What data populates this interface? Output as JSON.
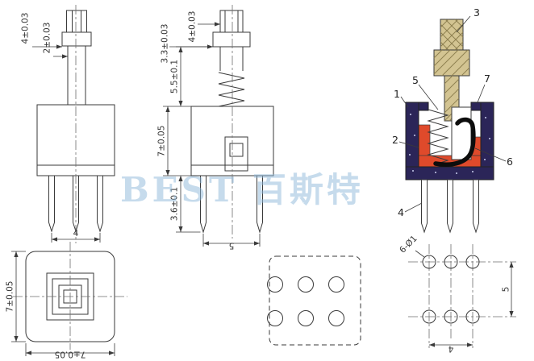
{
  "drawing": {
    "watermark": "BEST 百斯特",
    "colors": {
      "line": "#3a3a3a",
      "watermark_blue": "#8fb9da",
      "body_navy": "#2b2558",
      "insert_red": "#df4a2b",
      "plunger_khaki": "#d3c492",
      "contact_black": "#0d0d0d"
    },
    "front_view": {
      "dim_plunger_outer": "4±0.03",
      "dim_plunger_inner": "2±0.03",
      "dim_pin_span": "4"
    },
    "side_view": {
      "dim_tip_width": "4±0.03",
      "dim_cap_width": "3.3±0.03",
      "dim_travel": "5.5±0.1",
      "dim_body_height": "7±0.05",
      "dim_pin_length": "3.6±0.1",
      "dim_pin_span": "5"
    },
    "section_view": {
      "callouts": [
        "1",
        "2",
        "3",
        "4",
        "5",
        "6",
        "7"
      ]
    },
    "top_view": {
      "dim_width": "7±0.05",
      "dim_height": "7±0.05"
    },
    "pcb_view": {
      "dim_holes": "6-Ø1",
      "dim_row_pitch": "5",
      "dim_col_span": "4"
    }
  }
}
